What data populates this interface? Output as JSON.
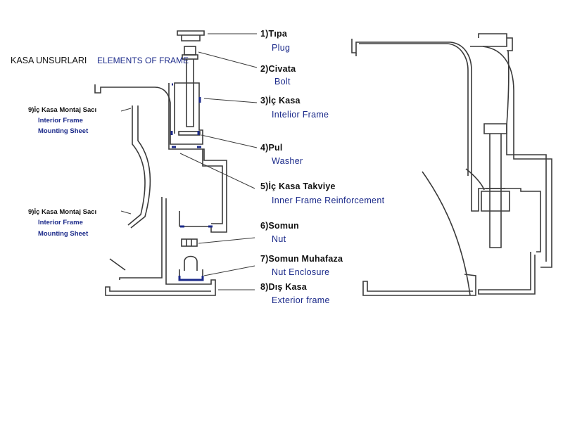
{
  "title": {
    "tr": "KASA UNSURLARI",
    "en": "ELEMENTS OF FRAME"
  },
  "side_labels": [
    {
      "tr": "9)İç Kasa Montaj Sacı",
      "en1": "Interior Frame",
      "en2": "Mounting Sheet"
    },
    {
      "tr": "9)İç Kasa Montaj Sacı",
      "en1": "Interior Frame",
      "en2": "Mounting Sheet"
    }
  ],
  "elements": [
    {
      "tr": "1)Tıpa",
      "en": "Plug"
    },
    {
      "tr": "2)Civata",
      "en": "Bolt"
    },
    {
      "tr": "3)İç Kasa",
      "en": "Intelior Frame"
    },
    {
      "tr": "4)Pul",
      "en": "Washer"
    },
    {
      "tr": "5)İç Kasa Takviye",
      "en": "Inner Frame Reinforcement"
    },
    {
      "tr": "6)Somun",
      "en": "Nut"
    },
    {
      "tr": "7)Somun Muhafaza",
      "en": "Nut Enclosure"
    },
    {
      "tr": "8)Dış Kasa",
      "en": "Exterior frame"
    }
  ],
  "colors": {
    "line": "#3a3a3a",
    "english_text": "#1b2a8a",
    "highlight": "#1b2a8a"
  }
}
